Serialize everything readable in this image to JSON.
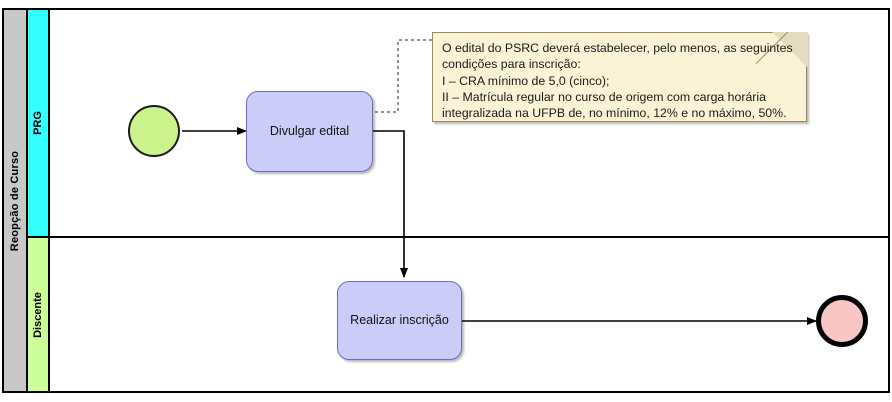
{
  "diagram": {
    "type": "bpmn-process-diagram",
    "pool": {
      "name": "Reopção de Curso"
    },
    "lanes": [
      {
        "id": "prg",
        "name": "PRG",
        "color": "#33ffff"
      },
      {
        "id": "discente",
        "name": "Discente",
        "color": "#ccff99"
      }
    ],
    "events": [
      {
        "id": "start",
        "kind": "start-event",
        "lane": "prg",
        "color": "#ccf28c"
      },
      {
        "id": "end",
        "kind": "end-event",
        "lane": "discente",
        "color": "#f9c6c6"
      }
    ],
    "tasks": [
      {
        "id": "divulgar-edital",
        "label": "Divulgar edital",
        "lane": "prg",
        "color": "#ccccf8"
      },
      {
        "id": "realizar-inscricao",
        "label": "Realizar inscrição",
        "lane": "discente",
        "color": "#ccccf8"
      }
    ],
    "annotations": [
      {
        "id": "nota-edital",
        "attached_to": "divulgar-edital",
        "color": "#fbf3d5",
        "text": "O edital do PSRC deverá estabelecer, pelo menos, as seguintes condições para inscrição:\nI – CRA mínimo de 5,0 (cinco);\nII – Matrícula regular no curso de origem com carga horária integralizada na UFPB de, no mínimo, 12% e no máximo, 50%."
      }
    ],
    "flows": [
      {
        "id": "flow-start-divulgar",
        "from": "start",
        "to": "divulgar-edital",
        "kind": "sequence-flow"
      },
      {
        "id": "flow-divulgar-realizar",
        "from": "divulgar-edital",
        "to": "realizar-inscricao",
        "kind": "sequence-flow"
      },
      {
        "id": "flow-realizar-end",
        "from": "realizar-inscricao",
        "to": "end",
        "kind": "sequence-flow"
      },
      {
        "id": "assoc-divulgar-nota",
        "from": "divulgar-edital",
        "to": "nota-edital",
        "kind": "association"
      }
    ]
  }
}
